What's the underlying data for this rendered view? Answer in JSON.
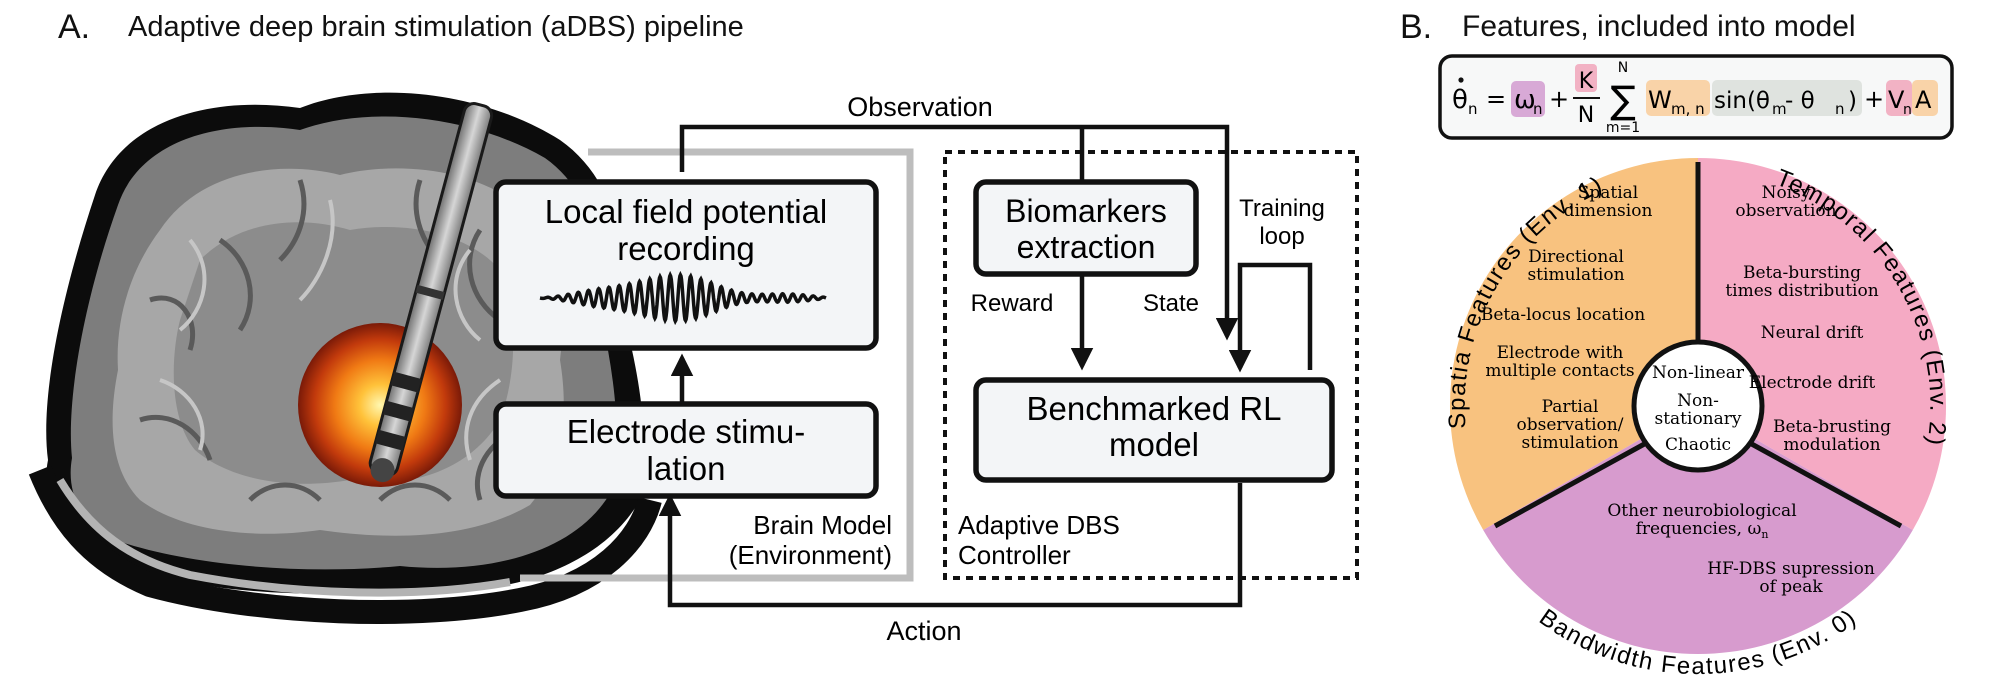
{
  "panel_a": {
    "letter": "A.",
    "title": "Adaptive deep brain stimulation (aDBS) pipeline",
    "boxes": {
      "lfp_line1": "Local field potential",
      "lfp_line2": "recording",
      "electrode_line1": "Electrode stimu-",
      "electrode_line2": "lation",
      "biomarkers_line1": "Biomarkers",
      "biomarkers_line2": "extraction",
      "rl_line1": "Benchmarked RL",
      "rl_line2": "model"
    },
    "labels": {
      "observation": "Observation",
      "action": "Action",
      "reward": "Reward",
      "state": "State",
      "training_line1": "Training",
      "training_line2": "loop",
      "brain_model_line1": "Brain Model",
      "brain_model_line2": "(Environment)",
      "controller_line1": "Adaptive DBS",
      "controller_line2": "Controller"
    }
  },
  "panel_b": {
    "letter": "B.",
    "title": "Features, included into model",
    "equation": {
      "lhs": "θ",
      "lhs_sub": "n",
      "equals": "=",
      "omega": "ω",
      "omega_sub": "n",
      "plus1": "+",
      "frac_num": "K",
      "frac_den": "N",
      "sum": "∑",
      "sum_top": "N",
      "sum_bottom": "m=1",
      "w": "W",
      "w_sub": "m, n",
      "sin_open": "sin(θ",
      "sin_m": "m",
      "sin_minus": " - θ",
      "sin_n": "n",
      "sin_close": ")",
      "plus2": "+",
      "v": "V",
      "v_sub": "n",
      "a": "A"
    },
    "center": {
      "line1": "Non-linear",
      "line2": "Non-",
      "line3": "stationary",
      "line4": "Chaotic"
    },
    "spatial": {
      "arc_label": "Spatia  Features (Env. 1)",
      "items": [
        {
          "lines": [
            "Spatial",
            "dimension"
          ]
        },
        {
          "lines": [
            "Directional",
            "stimulation"
          ]
        },
        {
          "lines": [
            "Beta-locus location"
          ]
        },
        {
          "lines": [
            "Electrode with",
            "multiple contacts"
          ]
        },
        {
          "lines": [
            "Partial",
            "observation/",
            "stimulation"
          ]
        }
      ]
    },
    "temporal": {
      "arc_label": "Temporal Features (Env. 2)",
      "items": [
        {
          "lines": [
            "Noisy",
            "observation"
          ]
        },
        {
          "lines": [
            "Beta-bursting",
            "times distribution"
          ]
        },
        {
          "lines": [
            "Neural drift"
          ]
        },
        {
          "lines": [
            "Electrode drift"
          ]
        },
        {
          "lines": [
            "Beta-brusting",
            "modulation"
          ]
        }
      ]
    },
    "bandwidth": {
      "arc_label": "Bandwidth Features (Env. 0)",
      "items": [
        {
          "lines": [
            "Other neurobiological",
            "frequencies, ω"
          ],
          "sub": "n"
        },
        {
          "lines": [
            "HF-DBS supression",
            "of peak"
          ]
        }
      ]
    },
    "colors": {
      "spatial": "#f8c27f",
      "temporal": "#f5aac4",
      "bandwidth": "#d79bce",
      "eq_omega": "#d8a9d6",
      "eq_k": "#f2b2c4",
      "eq_w": "#f9d3a8",
      "eq_sin": "#dfe3df",
      "eq_v": "#f2b2c4",
      "eq_a": "#f9d3a8"
    }
  }
}
